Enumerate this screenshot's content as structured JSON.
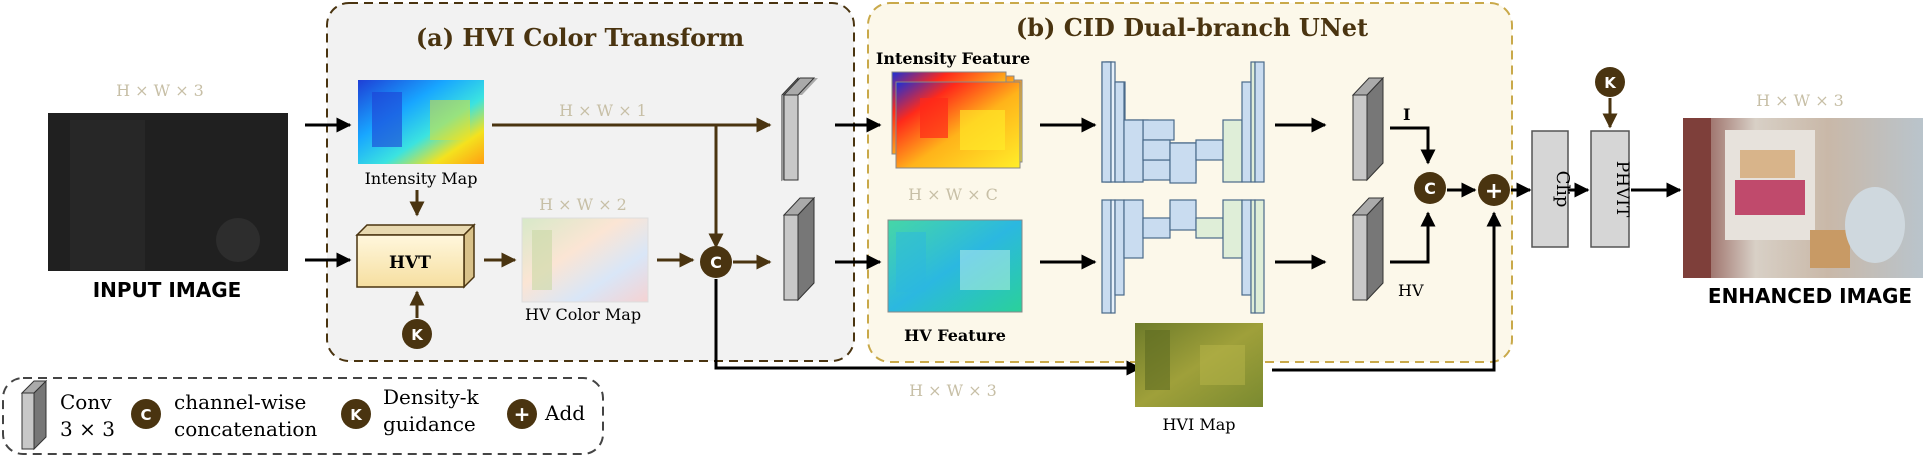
{
  "panels": {
    "hvi": {
      "title": "(a) HVI Color Transform"
    },
    "cid": {
      "title": "(b) CID Dual-branch UNet"
    }
  },
  "input": {
    "label": "INPUT IMAGE",
    "dims": "H × W × 3"
  },
  "output": {
    "label": "ENHANCED IMAGE",
    "dims": "H × W × 3"
  },
  "hvi": {
    "intensity_map": "Intensity Map",
    "intensity_dims": "H × W × 1",
    "hv_dims": "H × W × 2",
    "hvt": "HVT",
    "hv_color_map": "HV Color Map"
  },
  "cid": {
    "intensity_feature": "Intensity Feature",
    "feature_dims": "H × W × C",
    "hv_feature": "HV Feature",
    "i_label": "I",
    "hv_label": "HV"
  },
  "skip": {
    "dims": "H × W × 3",
    "hvi_map": "HVI  Map"
  },
  "post": {
    "clip": "Clip",
    "phvit": "PHVIT"
  },
  "symbols": {
    "concat": "C",
    "k": "K",
    "add": "+"
  },
  "legend": {
    "conv_l1": "Conv",
    "conv_l2": "3 × 3",
    "concat_l1": "channel-wise",
    "concat_l2": "concatenation",
    "k_l1": "Density-k",
    "k_l2": "guidance",
    "add": "Add"
  },
  "colors": {
    "brown": "#4a3410",
    "panel_a_fill": "#f2f2f2",
    "panel_b_fill": "#fcf8ea",
    "dims_text": "#c7bfa6",
    "unet_blue": "#c9dcf0",
    "unet_green": "#dfeed8"
  }
}
